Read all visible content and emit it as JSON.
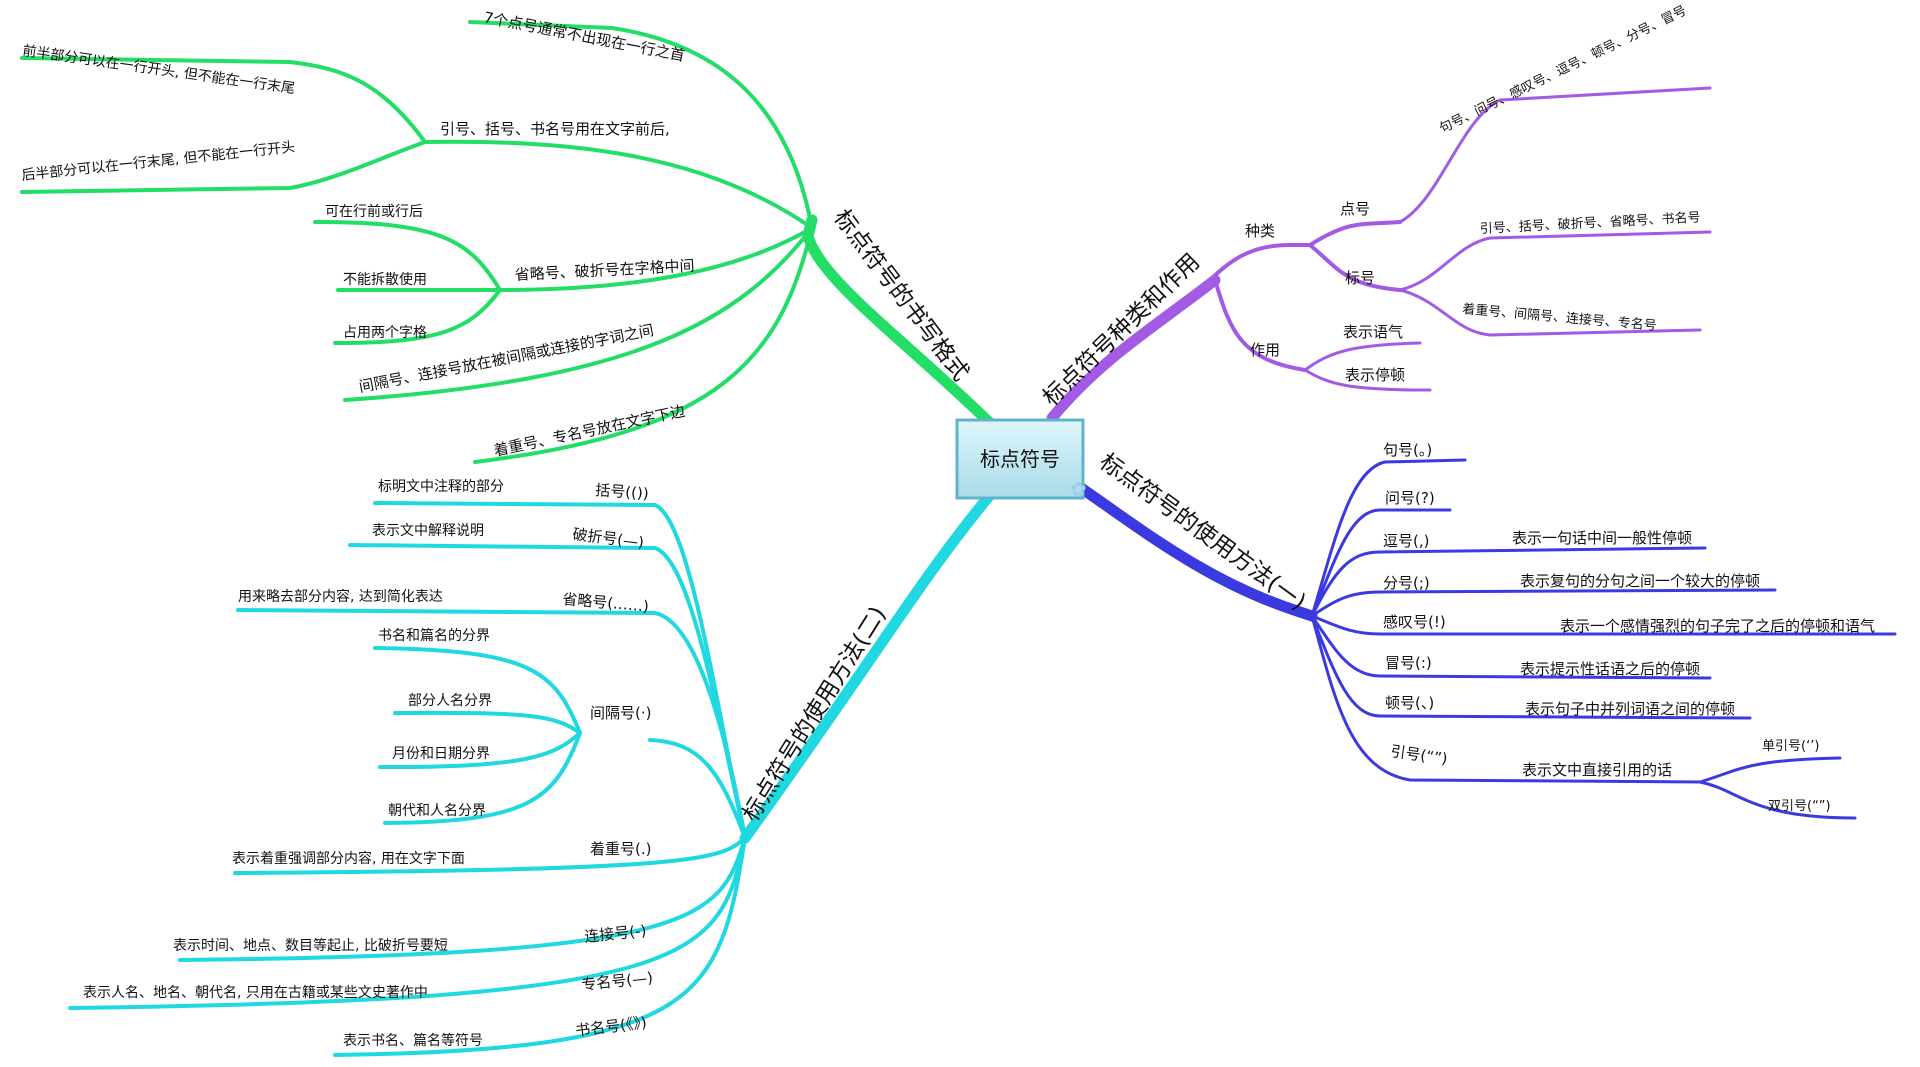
{
  "center": {
    "label": "标点符号"
  },
  "branches": {
    "writing": {
      "label": "标点符号的书写格式",
      "color": "#22dd66",
      "items": [
        "7个点号通常不出现在一行之首",
        "引号、括号、书名号用在文字前后,",
        "前半部分可以在一行开头, 但不能在一行末尾",
        "后半部分可以在一行末尾, 但不能在一行开头",
        "省略号、破折号在字格中间",
        "可在行前或行后",
        "不能拆散使用",
        "占用两个字格",
        "间隔号、连接号放在被间隔或连接的字词之间",
        "着重号、专名号放在文字下边"
      ]
    },
    "types": {
      "label": "标点符号种类和作用",
      "color": "#a35be6",
      "items": [
        "种类",
        "点号",
        "句号、问号、感叹号、逗号、顿号、分号、冒号",
        "标号",
        "引号、括号、破折号、省略号、书名号",
        "着重号、间隔号、连接号、专名号",
        "作用",
        "表示语气",
        "表示停顿"
      ]
    },
    "usage1": {
      "label": "标点符号的使用方法(一)",
      "color": "#3a3ae0",
      "items": [
        "句号(。)",
        "问号(?)",
        "逗号(,)",
        "表示一句话中间一般性停顿",
        "分号(;)",
        "表示复句的分句之间一个较大的停顿",
        "感叹号(!)",
        "表示一个感情强烈的句子完了之后的停顿和语气",
        "冒号(:)",
        "表示提示性话语之后的停顿",
        "顿号(、)",
        "表示句子中并列词语之间的停顿",
        "引号(“”)",
        "表示文中直接引用的话",
        "单引号(‘’)",
        "双引号(“”)"
      ]
    },
    "usage2": {
      "label": "标点符号的使用方法(二)",
      "color": "#1fd8e0",
      "items": [
        "括号(())",
        "标明文中注释的部分",
        "破折号(—)",
        "表示文中解释说明",
        "省略号(……)",
        "用来略去部分内容, 达到简化表达",
        "间隔号(·)",
        "书名和篇名的分界",
        "部分人名分界",
        "月份和日期分界",
        "朝代和人名分界",
        "着重号(.)",
        "表示着重强调部分内容, 用在文字下面",
        "连接号(-)",
        "表示时间、地点、数目等起止, 比破折号要短",
        "专名号(—)",
        "表示人名、地名、朝代名, 只用在古籍或某些文史著作中",
        "书名号(《》)",
        "表示书名、篇名等符号"
      ]
    }
  }
}
